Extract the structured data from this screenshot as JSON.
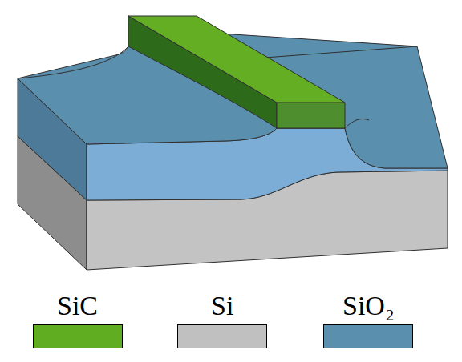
{
  "diagram": {
    "legend": [
      {
        "text": "SiC",
        "color": "#60ad22"
      },
      {
        "text": "Si",
        "color": "#c0c0c0"
      },
      {
        "text": "SiO₂",
        "color": "#5b8fae"
      }
    ]
  }
}
